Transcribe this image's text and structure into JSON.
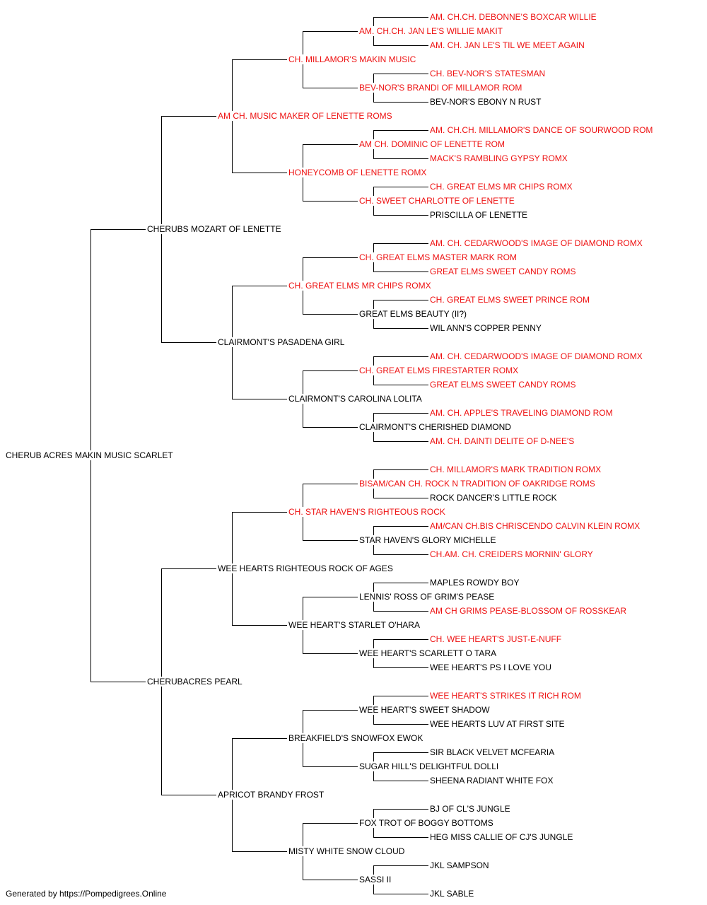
{
  "colors": {
    "champion": "#ee1111",
    "normal": "#000000",
    "line": "#000000"
  },
  "root": {
    "name": "CHERUB ACRES MAKIN MUSIC SCARLET",
    "champ": false,
    "sire": {
      "name": "CHERUBS MOZART OF LENETTE",
      "champ": false,
      "sire": {
        "name": "AM CH. MUSIC MAKER OF LENETTE ROMS",
        "champ": true,
        "sire": {
          "name": "CH. MILLAMOR'S MAKIN MUSIC",
          "champ": true,
          "sire": {
            "name": "AM. CH.CH. JAN LE'S WILLIE MAKIT",
            "champ": true,
            "sire": {
              "name": "AM. CH.CH. DEBONNE'S BOXCAR WILLIE",
              "champ": true
            },
            "dam": {
              "name": "AM. CH. JAN LE'S TIL WE MEET AGAIN",
              "champ": true
            }
          },
          "dam": {
            "name": "BEV-NOR'S BRANDI OF MILLAMOR ROM",
            "champ": true,
            "sire": {
              "name": "CH. BEV-NOR'S STATESMAN",
              "champ": true
            },
            "dam": {
              "name": "BEV-NOR'S EBONY N RUST",
              "champ": false
            }
          }
        },
        "dam": {
          "name": "HONEYCOMB OF LENETTE ROMX",
          "champ": true,
          "sire": {
            "name": "AM CH. DOMINIC OF LENETTE ROM",
            "champ": true,
            "sire": {
              "name": "AM. CH.CH. MILLAMOR'S DANCE OF SOURWOOD ROM",
              "champ": true
            },
            "dam": {
              "name": "MACK'S RAMBLING GYPSY ROMX",
              "champ": true
            }
          },
          "dam": {
            "name": "CH. SWEET CHARLOTTE OF LENETTE",
            "champ": true,
            "sire": {
              "name": "CH. GREAT ELMS MR CHIPS ROMX",
              "champ": true
            },
            "dam": {
              "name": "PRISCILLA OF LENETTE",
              "champ": false
            }
          }
        }
      },
      "dam": {
        "name": "CLAIRMONT'S PASADENA GIRL",
        "champ": false,
        "sire": {
          "name": "CH. GREAT ELMS MR CHIPS ROMX",
          "champ": true,
          "sire": {
            "name": "CH. GREAT ELMS MASTER MARK ROM",
            "champ": true,
            "sire": {
              "name": "AM. CH. CEDARWOOD'S IMAGE OF DIAMOND ROMX",
              "champ": true
            },
            "dam": {
              "name": "GREAT ELMS SWEET CANDY ROMS",
              "champ": true
            }
          },
          "dam": {
            "name": "GREAT ELMS BEAUTY (II?)",
            "champ": false,
            "sire": {
              "name": "CH. GREAT ELMS SWEET PRINCE ROM",
              "champ": true
            },
            "dam": {
              "name": "WIL ANN'S COPPER PENNY",
              "champ": false
            }
          }
        },
        "dam": {
          "name": "CLAIRMONT'S CAROLINA LOLITA",
          "champ": false,
          "sire": {
            "name": "CH. GREAT ELMS FIRESTARTER ROMX",
            "champ": true,
            "sire": {
              "name": "AM. CH. CEDARWOOD'S IMAGE OF DIAMOND ROMX",
              "champ": true
            },
            "dam": {
              "name": "GREAT ELMS SWEET CANDY ROMS",
              "champ": true
            }
          },
          "dam": {
            "name": "CLAIRMONT'S CHERISHED DIAMOND",
            "champ": false,
            "sire": {
              "name": "AM. CH. APPLE'S TRAVELING DIAMOND ROM",
              "champ": true
            },
            "dam": {
              "name": "AM. CH. DAINTI DELITE OF D-NEE'S",
              "champ": true
            }
          }
        }
      }
    },
    "dam": {
      "name": "CHERUBACRES PEARL",
      "champ": false,
      "sire": {
        "name": "WEE HEARTS RIGHTEOUS ROCK OF AGES",
        "champ": false,
        "sire": {
          "name": "CH. STAR HAVEN'S RIGHTEOUS ROCK",
          "champ": true,
          "sire": {
            "name": "BISAM/CAN CH. ROCK N TRADITION OF OAKRIDGE ROMS",
            "champ": true,
            "sire": {
              "name": "CH. MILLAMOR'S MARK TRADITION ROMX",
              "champ": true
            },
            "dam": {
              "name": "ROCK DANCER'S LITTLE ROCK",
              "champ": false
            }
          },
          "dam": {
            "name": "STAR HAVEN'S GLORY MICHELLE",
            "champ": false,
            "sire": {
              "name": "AM/CAN CH.BIS CHRISCENDO CALVIN KLEIN ROMX",
              "champ": true
            },
            "dam": {
              "name": "CH.AM. CH. CREIDERS MORNIN' GLORY",
              "champ": true
            }
          }
        },
        "dam": {
          "name": "WEE HEART'S STARLET O'HARA",
          "champ": false,
          "sire": {
            "name": "LENNIS' ROSS OF GRIM'S PEASE",
            "champ": false,
            "sire": {
              "name": "MAPLES ROWDY BOY",
              "champ": false
            },
            "dam": {
              "name": "AM CH GRIMS PEASE-BLOSSOM OF ROSSKEAR",
              "champ": true
            }
          },
          "dam": {
            "name": "WEE HEART'S SCARLETT O TARA",
            "champ": false,
            "sire": {
              "name": "CH. WEE HEART'S JUST-E-NUFF",
              "champ": true
            },
            "dam": {
              "name": "WEE HEART'S PS I LOVE YOU",
              "champ": false
            }
          }
        }
      },
      "dam": {
        "name": "APRICOT BRANDY FROST",
        "champ": false,
        "sire": {
          "name": "BREAKFIELD'S SNOWFOX EWOK",
          "champ": false,
          "sire": {
            "name": "WEE HEART'S SWEET SHADOW",
            "champ": false,
            "sire": {
              "name": "WEE HEART'S STRIKES IT RICH ROM",
              "champ": true
            },
            "dam": {
              "name": "WEE HEARTS LUV AT FIRST SITE",
              "champ": false
            }
          },
          "dam": {
            "name": "SUGAR HILL'S DELIGHTFUL DOLLI",
            "champ": false,
            "sire": {
              "name": "SIR BLACK VELVET MCFEARIA",
              "champ": false
            },
            "dam": {
              "name": "SHEENA RADIANT WHITE FOX",
              "champ": false
            }
          }
        },
        "dam": {
          "name": "MISTY WHITE SNOW CLOUD",
          "champ": false,
          "sire": {
            "name": "FOX TROT OF BOGGY BOTTOMS",
            "champ": false,
            "sire": {
              "name": "BJ OF CL'S JUNGLE",
              "champ": false
            },
            "dam": {
              "name": "HEG MISS CALLIE OF CJ'S JUNGLE",
              "champ": false
            }
          },
          "dam": {
            "name": "SASSI II",
            "champ": false,
            "sire": {
              "name": "JKL SAMPSON",
              "champ": false
            },
            "dam": {
              "name": "JKL SABLE",
              "champ": false
            }
          }
        }
      }
    }
  },
  "footer": "Generated by https://Pompedigrees.Online"
}
